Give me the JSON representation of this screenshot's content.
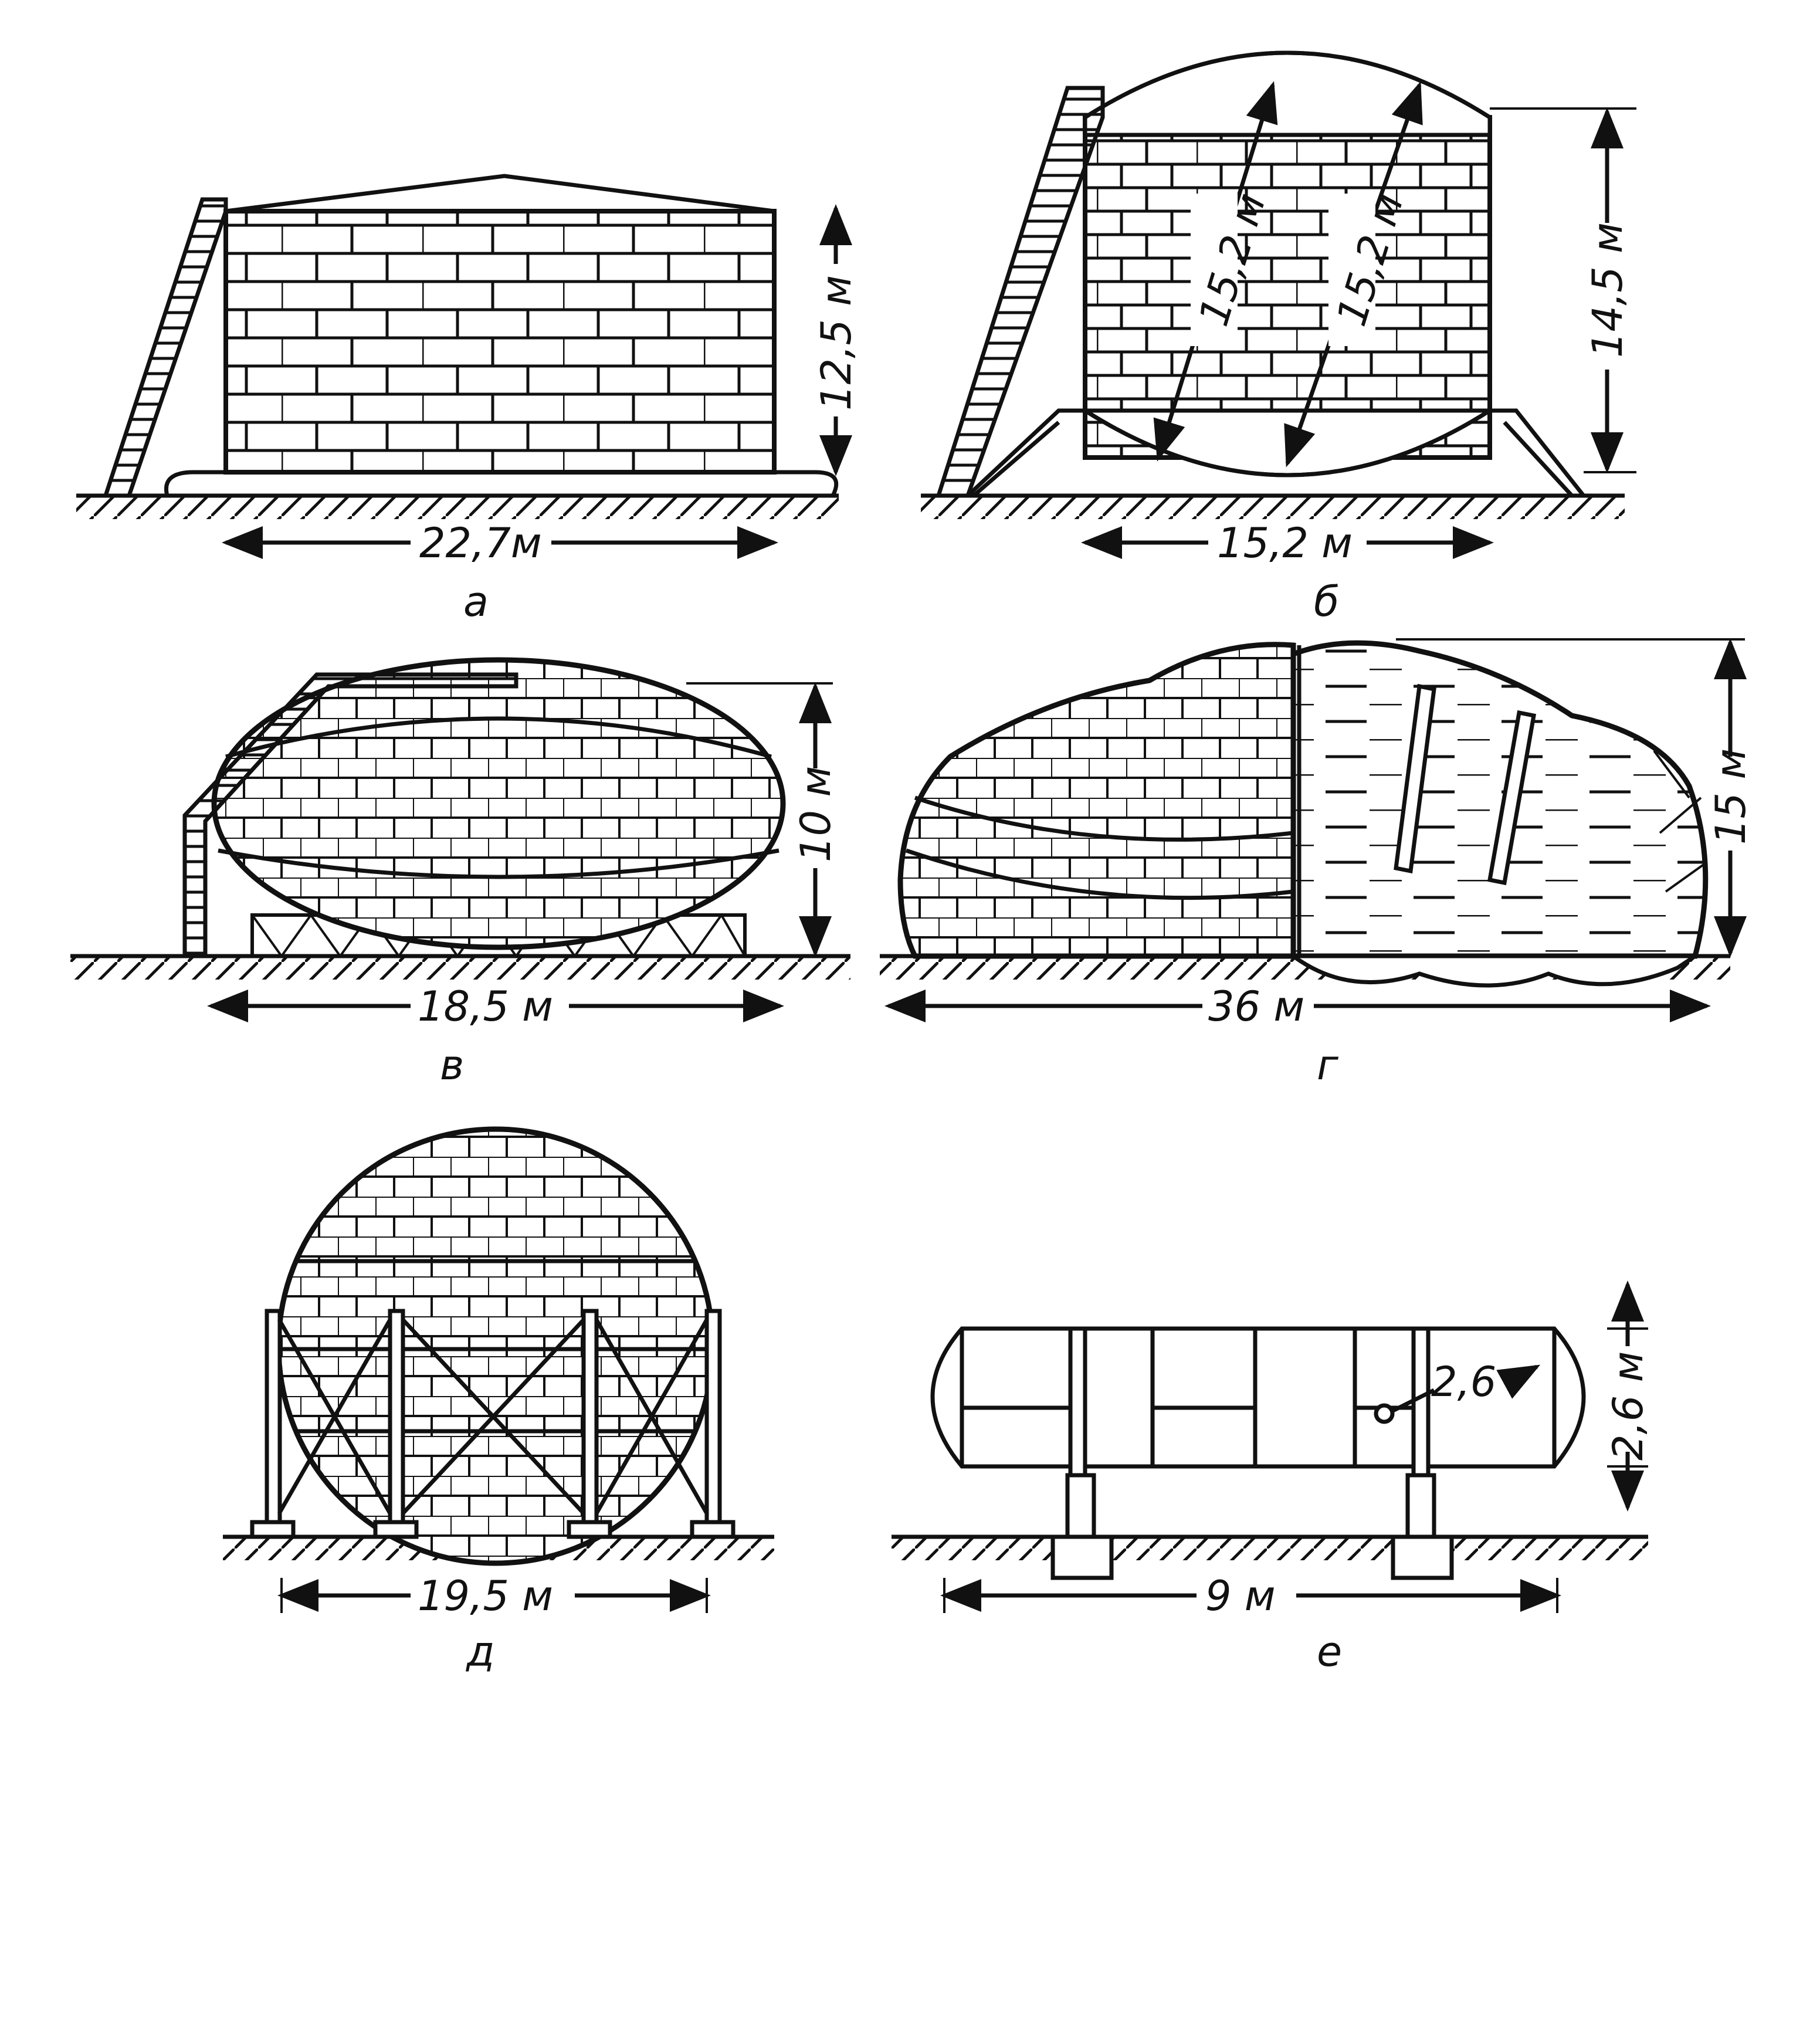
{
  "panels": {
    "a": {
      "caption": "а",
      "width_label": "22,7м",
      "height_label": "12,5 м"
    },
    "b": {
      "caption": "б",
      "width_label": "15,2 м",
      "height_label": "14,5 м",
      "diag1": "15,2 м",
      "diag2": "15,2 м"
    },
    "c": {
      "caption": "в",
      "width_label": "18,5 м",
      "height_label": "10 м"
    },
    "d": {
      "caption": "г",
      "width_label": "36 м",
      "height_label": "15 м"
    },
    "e": {
      "caption": "д",
      "width_label": "19,5 м"
    },
    "f": {
      "caption": "е",
      "width_label": "9 м",
      "height_label": "2,6 м",
      "diam_label": "2,6"
    }
  }
}
